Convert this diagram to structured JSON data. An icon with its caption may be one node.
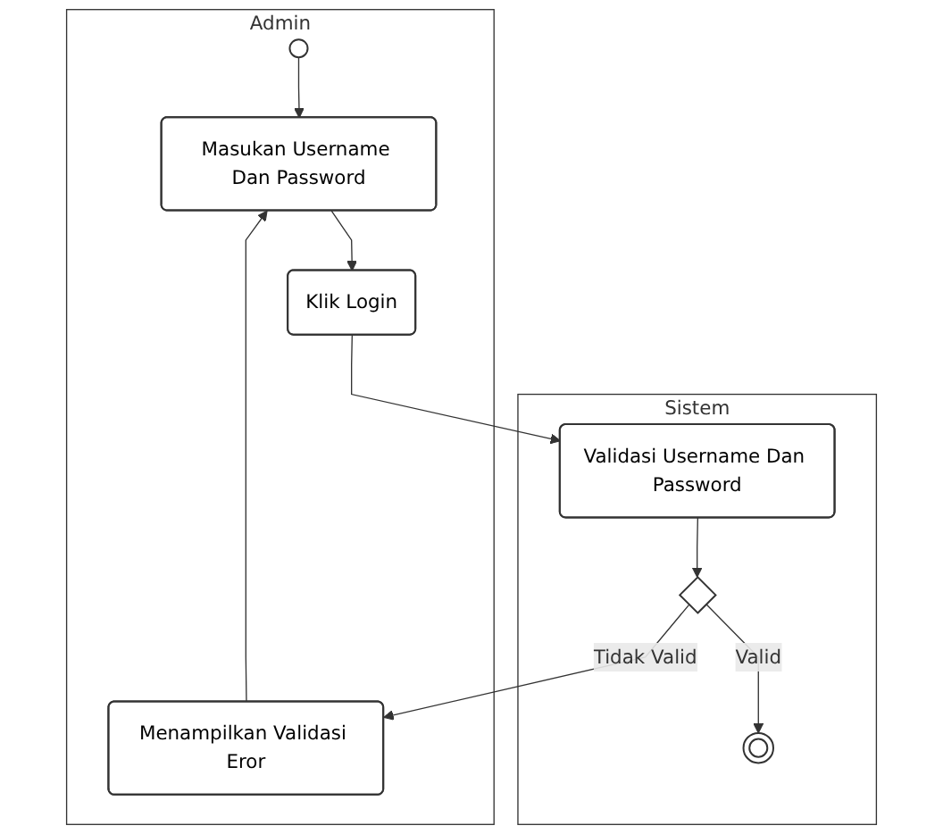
{
  "diagram": {
    "nodes": [
      {
        "text": [
          "Admin"
        ]
      },
      {
        "text": [
          "Sistem"
        ]
      },
      {
        "text": [],
        "shape": "circle",
        "in": 0
      },
      {
        "text": [
          "Masukan Username Dan Password"
        ],
        "in": 0
      },
      {
        "text": [
          "Klik Login"
        ],
        "in": 0
      },
      {
        "text": [
          "Menampilkan Validasi Eror"
        ],
        "in": 0
      },
      {
        "text": [
          "Validasi Username Dan Password"
        ],
        "in": 1
      },
      {
        "text": [],
        "shape": "diamond",
        "in": 1
      },
      {
        "text": [],
        "shape": "circle",
        "in": 1
      }
    ],
    "edges": [
      {
        "from": 2,
        "to": 3,
        "arrow": "to"
      },
      {
        "from": 3,
        "to": 4,
        "arrow": "to"
      },
      {
        "from": 4,
        "to": 6,
        "arrow": "to"
      },
      {
        "from": 6,
        "to": 7,
        "arrow": "to"
      },
      {
        "from": 7,
        "to": 5,
        "label": "Tidak Valid",
        "arrow": "to"
      },
      {
        "from": 7,
        "to": 8,
        "label": "Valid",
        "arrow": "to"
      },
      {
        "from": 5,
        "to": 3,
        "arrow": "to"
      }
    ]
  }
}
